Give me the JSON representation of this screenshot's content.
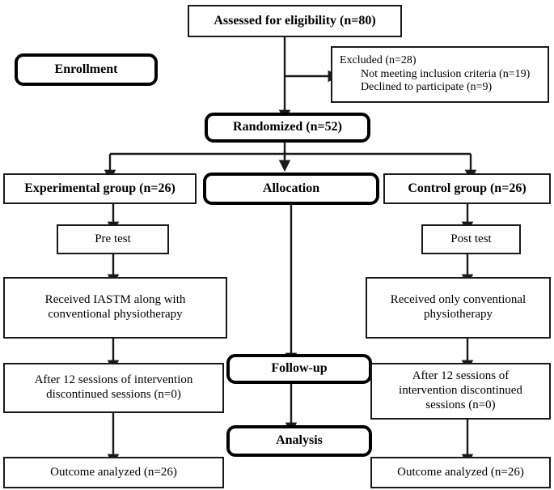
{
  "diagram": {
    "type": "consort-flow-diagram",
    "title": "CONSORT participant flow diagram",
    "line_color": "#1a1a1a",
    "stage_border_color": "#000000",
    "background": "#ffffff"
  },
  "nodes": {
    "assessed": {
      "label": "Assessed for eligibility (n=80)"
    },
    "enrollment": {
      "label": "Enrollment"
    },
    "excluded": {
      "line1": "Excluded (n=28)",
      "line2": "Not meeting inclusion criteria (n=19)",
      "line3": "Declined to participate (n=9)"
    },
    "randomized": {
      "label": "Randomized (n=52)"
    },
    "allocation": {
      "label": "Allocation"
    },
    "experimental_group": {
      "label": "Experimental group (n=26)"
    },
    "control_group": {
      "label": "Control group (n=26)"
    },
    "pre_test": {
      "label": "Pre test"
    },
    "post_test": {
      "label": "Post test"
    },
    "experimental_intervention": {
      "line1": "Received IASTM along with",
      "line2": "conventional physiotherapy"
    },
    "control_intervention": {
      "line1": "Received only conventional",
      "line2": "physiotherapy"
    },
    "followup": {
      "label": "Follow-up"
    },
    "experimental_followup": {
      "line1": "After 12 sessions of intervention",
      "line2": "discontinued sessions (n=0)"
    },
    "control_followup": {
      "line1": "After 12 sessions of",
      "line2": "intervention discontinued",
      "line3": "sessions (n=0)"
    },
    "analysis": {
      "label": "Analysis"
    },
    "experimental_outcome": {
      "label": "Outcome analyzed (n=26)"
    },
    "control_outcome": {
      "label": "Outcome analyzed (n=26)"
    }
  },
  "chart_data": {
    "type": "table",
    "title": "CONSORT flow counts",
    "categories": [
      "Assessed for eligibility",
      "Excluded",
      "Not meeting inclusion criteria",
      "Declined to participate",
      "Randomized",
      "Experimental group",
      "Control group",
      "Experimental discontinued",
      "Control discontinued",
      "Experimental analyzed",
      "Control analyzed"
    ],
    "values": [
      80,
      28,
      19,
      9,
      52,
      26,
      26,
      0,
      0,
      26,
      26
    ]
  }
}
